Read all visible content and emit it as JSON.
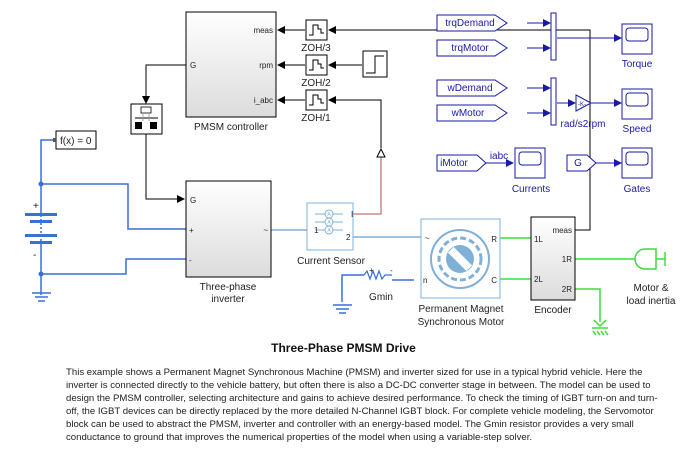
{
  "diagram": {
    "title": "Three-Phase PMSM Drive",
    "description": "This example shows a Permanent Magnet Synchronous Machine (PMSM) and inverter sized for use in a typical hybrid vehicle. Here the inverter is connected directly to the vehicle battery, but often there is also a DC-DC converter stage in between. The model can be used to design the PMSM controller, selecting architecture and gains to achieve desired performance. To check the timing of IGBT turn-on and turn-off, the IGBT devices can be directly replaced by the more detailed N-Channel IGBT block. For complete vehicle modeling, the Servomotor block can be used to abstract the PMSM, inverter and controller with an energy-based model. The Gmin resistor provides a very small conductance to ground that improves the numerical properties of the model when using a variable-step solver.",
    "blocks": {
      "pmsm_controller": {
        "label": "PMSM controller",
        "ports": {
          "g": "G",
          "meas": "meas",
          "rpm": "rpm",
          "i_abc": "i_abc"
        }
      },
      "zoh3": {
        "label": "ZOH/3"
      },
      "zoh2": {
        "label": "ZOH/2"
      },
      "zoh1": {
        "label": "ZOH/1"
      },
      "solver": {
        "label": "f(x) = 0"
      },
      "inverter": {
        "label_line1": "Three-phase",
        "label_line2": "inverter",
        "ports": {
          "g": "G",
          "plus": "+",
          "minus": "-",
          "ac": "~"
        }
      },
      "current_sensor": {
        "label": "Current Sensor",
        "ports": {
          "in": "1",
          "out": "2",
          "i": "I"
        }
      },
      "gmin": {
        "label": "Gmin",
        "plus": "+",
        "minus": "-"
      },
      "motor": {
        "label_line1": "Permanent Magnet",
        "label_line2": "Synchronous Motor",
        "ports": {
          "ac": "~",
          "n": "n",
          "r": "R",
          "c": "C"
        }
      },
      "encoder": {
        "label": "Encoder",
        "ports": {
          "l1": "1L",
          "l2": "2L",
          "meas": "meas",
          "r1": "1R",
          "r2": "2R"
        }
      },
      "inertia": {
        "label_line1": "Motor &",
        "label_line2": "load inertia"
      },
      "battery": {
        "plus": "+",
        "minus": "-"
      }
    },
    "goto_tags": [
      {
        "label": "trqDemand"
      },
      {
        "label": "trqMotor"
      },
      {
        "label": "wDemand"
      },
      {
        "label": "wMotor"
      },
      {
        "label": "iMotor"
      },
      {
        "label": "G"
      }
    ],
    "gain": {
      "label": "rad/s2rpm"
    },
    "signal_label": "iabc",
    "scopes": [
      {
        "label": "Torque"
      },
      {
        "label": "Speed"
      },
      {
        "label": "Currents"
      },
      {
        "label": "Gates"
      }
    ],
    "colors": {
      "signal": "#000000",
      "electrical": "#3a6fd8",
      "mechanical": "#3ddc3d",
      "physical_light": "#7fb0d8",
      "sensor_out": "#b05050",
      "scope_blue": "#1a1aa6"
    }
  }
}
